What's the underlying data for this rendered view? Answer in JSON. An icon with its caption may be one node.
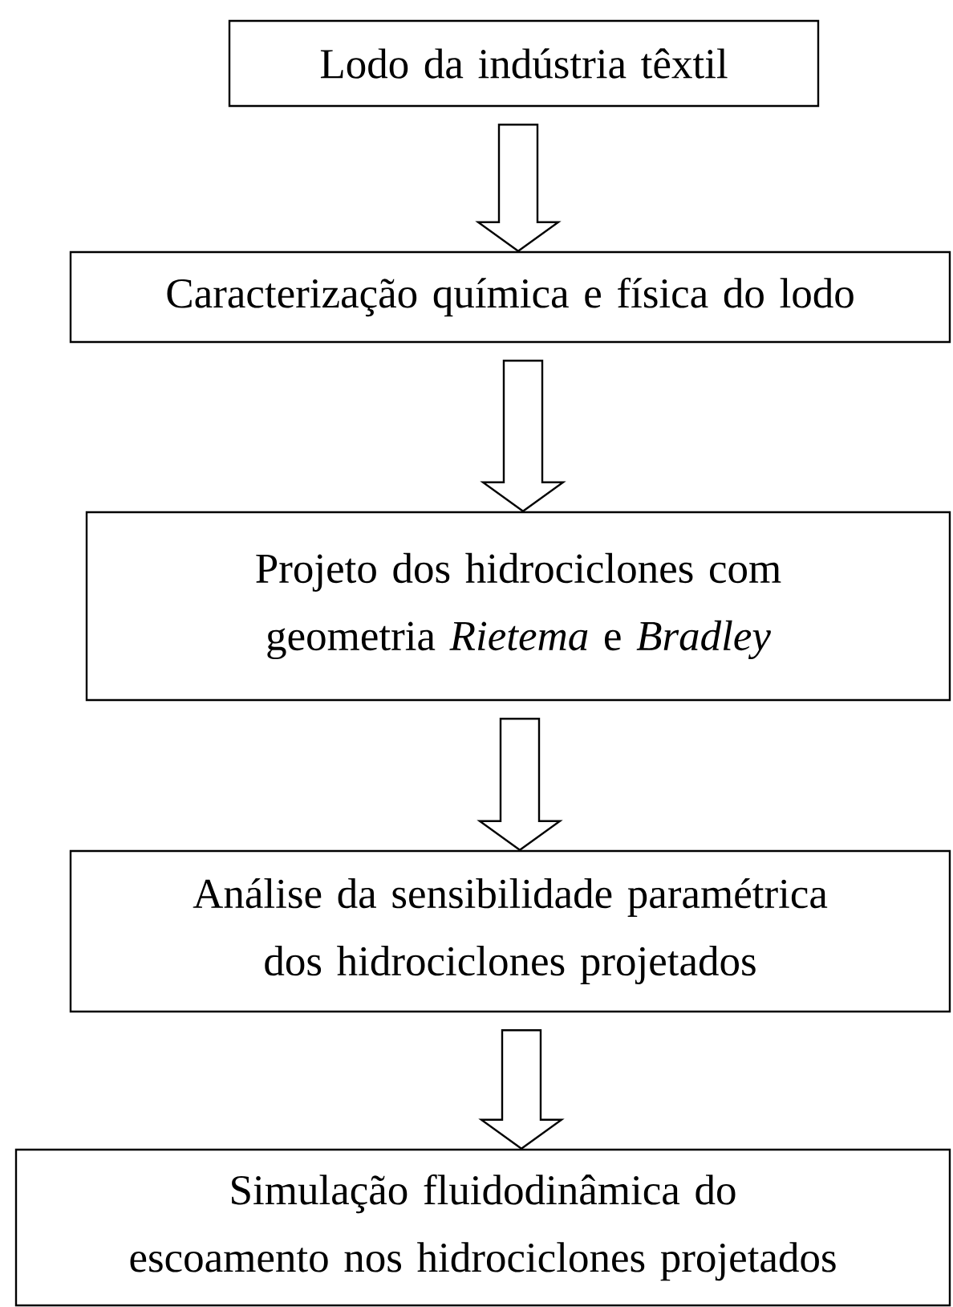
{
  "diagram": {
    "nodes": [
      {
        "text": [
          "Lodo da indústria têxtil"
        ]
      },
      {
        "text": [
          "Caracterização química e física do lodo"
        ]
      },
      {
        "text": [
          "Projeto dos hidrociclones com geometria *Rietema* e *Bradley*"
        ]
      },
      {
        "text": [
          "Análise da sensibilidade paramétrica dos hidrociclones projetados"
        ]
      },
      {
        "text": [
          "Simulação fluidodinâmica do escoamento nos hidrociclones projetados"
        ]
      }
    ],
    "edges": [
      {
        "from": 0,
        "to": 1,
        "arrow": "to"
      },
      {
        "from": 1,
        "to": 2,
        "arrow": "to"
      },
      {
        "from": 2,
        "to": 3,
        "arrow": "to"
      },
      {
        "from": 3,
        "to": 4,
        "arrow": "to"
      }
    ]
  }
}
